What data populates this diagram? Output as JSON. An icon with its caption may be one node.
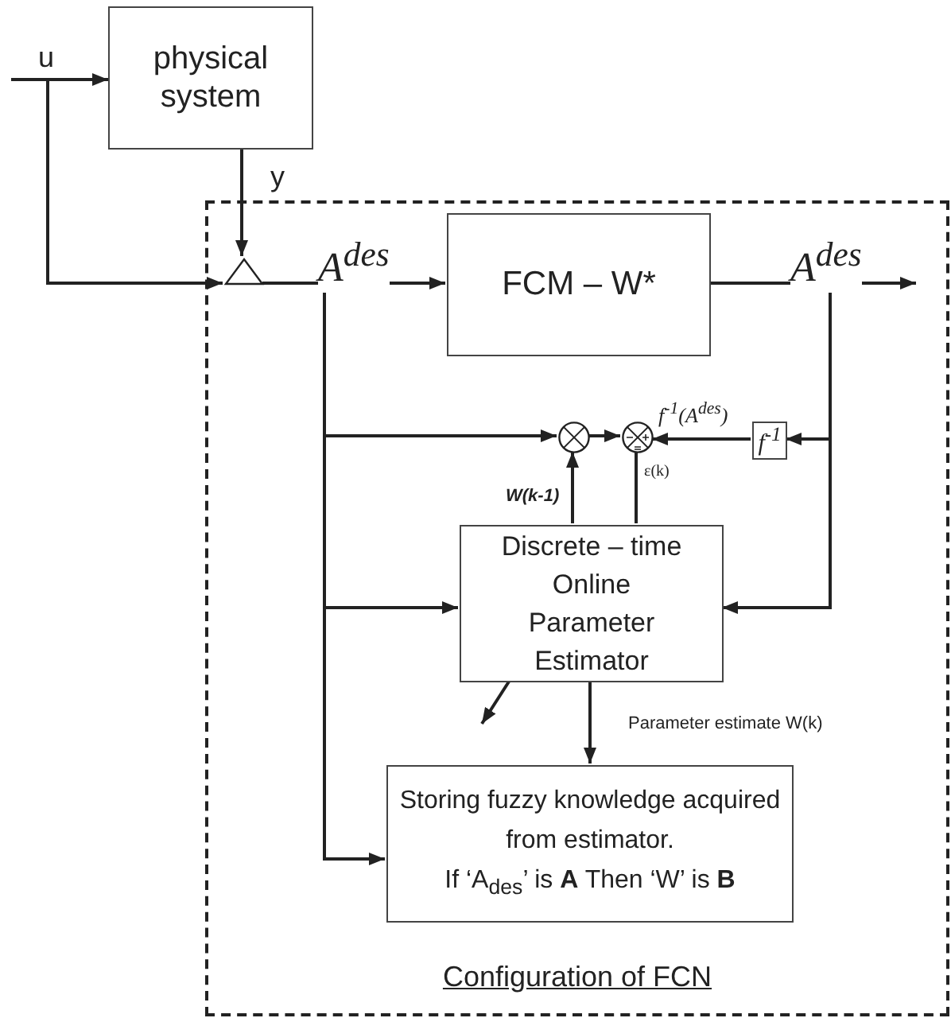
{
  "diagram": {
    "nodes": [
      {
        "text": [
          "physical system"
        ]
      },
      {
        "text": [
          "Configuration of FCN"
        ]
      },
      {
        "text": [],
        "shape": "triangle",
        "in": 1
      },
      {
        "text": [
          "FCM – W*"
        ],
        "in": 1
      },
      {
        "text": [],
        "shape": "circle",
        "in": 1
      },
      {
        "text": [],
        "shape": "circle",
        "in": 1
      },
      {
        "text": [
          "f$^{-1}$"
        ],
        "in": 1
      },
      {
        "text": [
          "Discrete – time Online Parameter Estimator"
        ],
        "in": 1
      },
      {
        "text": [
          "Storing fuzzy knowledge acquired from estimator.",
          "If ‘A$_{des}$’ is **A** Then ‘W’ is **B**"
        ],
        "in": 1
      }
    ],
    "edges": [
      {
        "from": null,
        "to": 0,
        "arrow": "to",
        "label": "u"
      },
      {
        "from": null,
        "to": 2,
        "arrow": "to"
      },
      {
        "from": 0,
        "to": 2,
        "arrow": "to",
        "label": "y"
      },
      {
        "from": 2,
        "to": 3,
        "arrow": "to",
        "label": "A$^{des}$"
      },
      {
        "from": 3,
        "to": null,
        "arrow": "to",
        "label": "A$^{des}$"
      },
      {
        "from": 2,
        "to": 4,
        "arrow": "to"
      },
      {
        "from": 2,
        "to": 7,
        "arrow": "to"
      },
      {
        "from": 2,
        "to": 8,
        "arrow": "to"
      },
      {
        "from": 3,
        "to": 6,
        "arrow": "to"
      },
      {
        "from": 3,
        "to": 7,
        "arrow": "to"
      },
      {
        "from": 4,
        "to": 5,
        "arrow": "to"
      },
      {
        "from": 6,
        "to": 5,
        "arrow": "to",
        "label": "f$^{-1}$(A$^{des}$)"
      },
      {
        "from": 7,
        "to": 4,
        "arrow": "to",
        "label": "W(k-1)"
      },
      {
        "from": 5,
        "to": 7,
        "arrow": "none",
        "label": "ε(k)"
      },
      {
        "from": 7,
        "to": null,
        "arrow": "to"
      },
      {
        "from": 7,
        "to": 8,
        "arrow": "to",
        "label": "Parameter estimate W(k)"
      }
    ]
  }
}
